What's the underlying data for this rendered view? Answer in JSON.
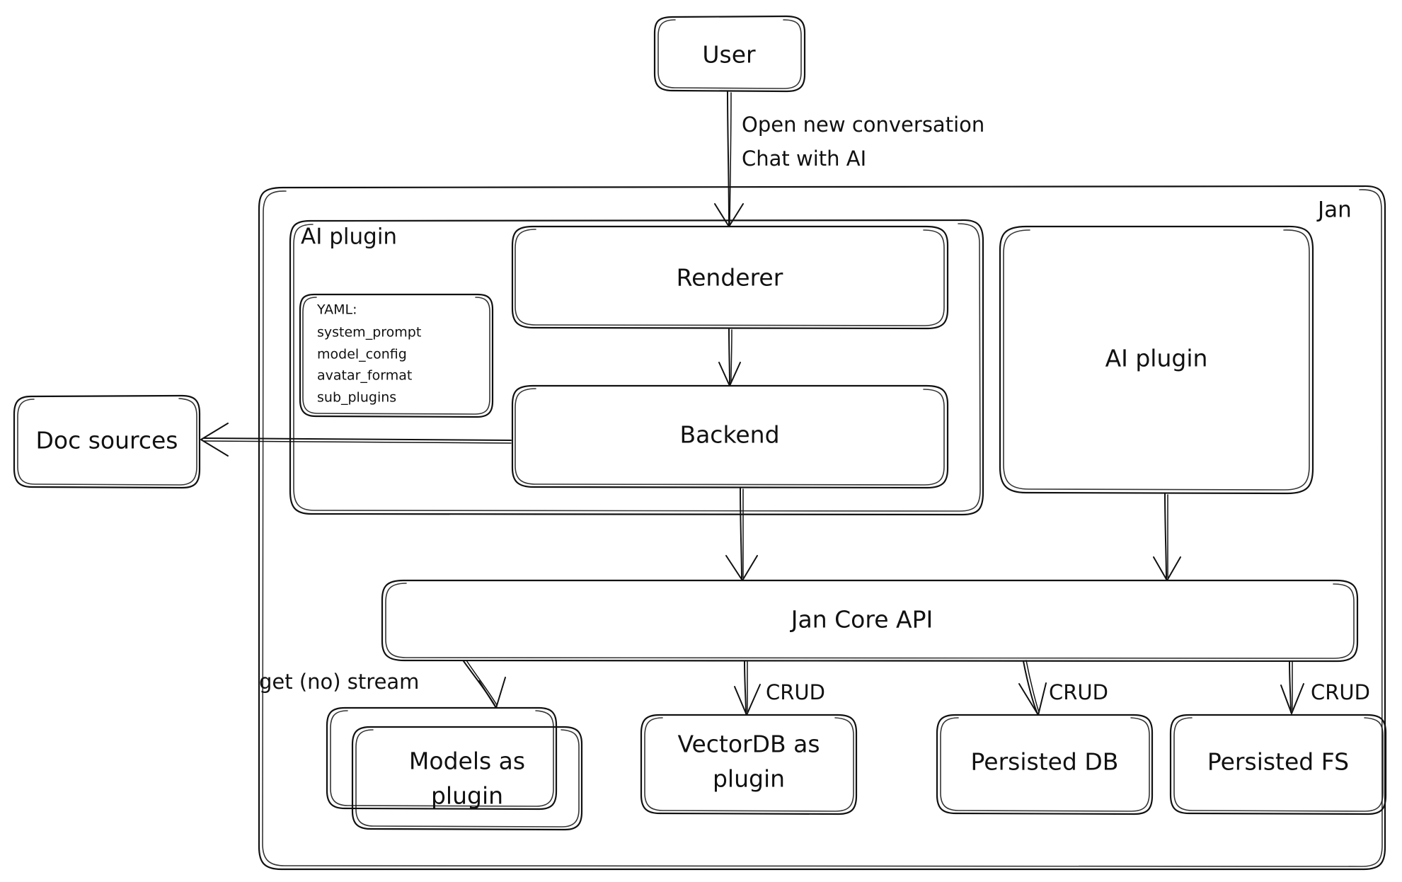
{
  "diagram": {
    "title_label": "Jan",
    "nodes": {
      "user": {
        "label": "User"
      },
      "ai_plugin_group": {
        "label": "AI plugin"
      },
      "yaml_box": {
        "lines": [
          "YAML:",
          "system_prompt",
          "model_config",
          "avatar_format",
          "sub_plugins"
        ]
      },
      "renderer": {
        "label": "Renderer"
      },
      "backend": {
        "label": "Backend"
      },
      "doc_sources": {
        "label": "Doc sources"
      },
      "ai_plugin_right": {
        "label": "AI plugin"
      },
      "jan_core_api": {
        "label": "Jan Core API"
      },
      "models_as_plugin": {
        "line1": "Models as",
        "line2": "plugin"
      },
      "vectordb_as_plugin": {
        "line1": "VectorDB as",
        "line2": "plugin"
      },
      "persisted_db": {
        "label": "Persisted DB"
      },
      "persisted_fs": {
        "label": "Persisted FS"
      }
    },
    "edge_labels": {
      "user_to_renderer_line1": "Open new conversation",
      "user_to_renderer_line2": "Chat with AI",
      "api_to_models": "get (no) stream",
      "api_to_vectordb": "CRUD",
      "api_to_persisted_db": "CRUD",
      "api_to_persisted_fs": "CRUD"
    },
    "colors": {
      "stroke": "#111111",
      "background": "#ffffff"
    }
  }
}
